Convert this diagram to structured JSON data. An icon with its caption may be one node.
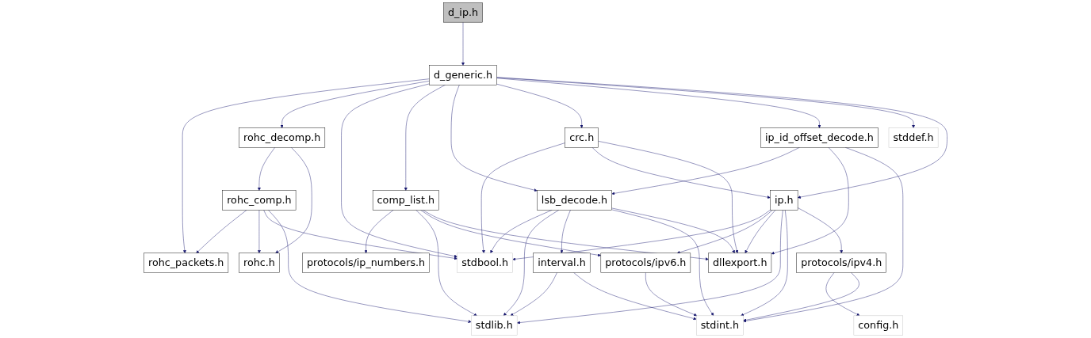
{
  "diagram": {
    "nodes": [
      {
        "text": [
          "d_ip.h"
        ]
      },
      {
        "text": [
          "d_generic.h"
        ]
      },
      {
        "text": [
          "rohc_decomp.h"
        ]
      },
      {
        "text": [
          "crc.h"
        ]
      },
      {
        "text": [
          "ip_id_offset_decode.h"
        ]
      },
      {
        "text": [
          "stddef.h"
        ]
      },
      {
        "text": [
          "rohc_comp.h"
        ]
      },
      {
        "text": [
          "comp_list.h"
        ]
      },
      {
        "text": [
          "lsb_decode.h"
        ]
      },
      {
        "text": [
          "ip.h"
        ]
      },
      {
        "text": [
          "rohc_packets.h"
        ]
      },
      {
        "text": [
          "rohc.h"
        ]
      },
      {
        "text": [
          "protocols/ip_numbers.h"
        ]
      },
      {
        "text": [
          "stdbool.h"
        ]
      },
      {
        "text": [
          "interval.h"
        ]
      },
      {
        "text": [
          "protocols/ipv6.h"
        ]
      },
      {
        "text": [
          "dllexport.h"
        ]
      },
      {
        "text": [
          "protocols/ipv4.h"
        ]
      },
      {
        "text": [
          "stdlib.h"
        ]
      },
      {
        "text": [
          "stdint.h"
        ]
      },
      {
        "text": [
          "config.h"
        ]
      }
    ],
    "edges": [
      {
        "from": 0,
        "to": 1,
        "arrow": "to"
      },
      {
        "from": 1,
        "to": 10,
        "arrow": "to"
      },
      {
        "from": 1,
        "to": 2,
        "arrow": "to"
      },
      {
        "from": 1,
        "to": 13,
        "arrow": "to"
      },
      {
        "from": 1,
        "to": 7,
        "arrow": "to"
      },
      {
        "from": 1,
        "to": 8,
        "arrow": "to"
      },
      {
        "from": 1,
        "to": 3,
        "arrow": "to"
      },
      {
        "from": 1,
        "to": 4,
        "arrow": "to"
      },
      {
        "from": 1,
        "to": 5,
        "arrow": "to"
      },
      {
        "from": 1,
        "to": 9,
        "arrow": "to"
      },
      {
        "from": 2,
        "to": 6,
        "arrow": "to"
      },
      {
        "from": 2,
        "to": 11,
        "arrow": "to"
      },
      {
        "from": 6,
        "to": 10,
        "arrow": "to"
      },
      {
        "from": 6,
        "to": 11,
        "arrow": "to"
      },
      {
        "from": 6,
        "to": 13,
        "arrow": "to"
      },
      {
        "from": 6,
        "to": 18,
        "arrow": "to"
      },
      {
        "from": 3,
        "to": 13,
        "arrow": "to"
      },
      {
        "from": 3,
        "to": 9,
        "arrow": "to"
      },
      {
        "from": 3,
        "to": 16,
        "arrow": "to"
      },
      {
        "from": 4,
        "to": 8,
        "arrow": "to"
      },
      {
        "from": 4,
        "to": 16,
        "arrow": "to"
      },
      {
        "from": 4,
        "to": 19,
        "arrow": "to"
      },
      {
        "from": 7,
        "to": 12,
        "arrow": "to"
      },
      {
        "from": 7,
        "to": 18,
        "arrow": "to"
      },
      {
        "from": 7,
        "to": 15,
        "arrow": "to"
      },
      {
        "from": 7,
        "to": 16,
        "arrow": "to"
      },
      {
        "from": 8,
        "to": 13,
        "arrow": "to"
      },
      {
        "from": 8,
        "to": 18,
        "arrow": "to"
      },
      {
        "from": 8,
        "to": 14,
        "arrow": "to"
      },
      {
        "from": 8,
        "to": 19,
        "arrow": "to"
      },
      {
        "from": 8,
        "to": 16,
        "arrow": "to"
      },
      {
        "from": 9,
        "to": 13,
        "arrow": "to"
      },
      {
        "from": 9,
        "to": 15,
        "arrow": "to"
      },
      {
        "from": 9,
        "to": 16,
        "arrow": "to"
      },
      {
        "from": 9,
        "to": 18,
        "arrow": "to"
      },
      {
        "from": 9,
        "to": 19,
        "arrow": "to"
      },
      {
        "from": 9,
        "to": 17,
        "arrow": "to"
      },
      {
        "from": 14,
        "to": 18,
        "arrow": "to"
      },
      {
        "from": 14,
        "to": 19,
        "arrow": "to"
      },
      {
        "from": 15,
        "to": 19,
        "arrow": "to"
      },
      {
        "from": 17,
        "to": 20,
        "arrow": "to"
      },
      {
        "from": 17,
        "to": 19,
        "arrow": "to"
      }
    ]
  }
}
